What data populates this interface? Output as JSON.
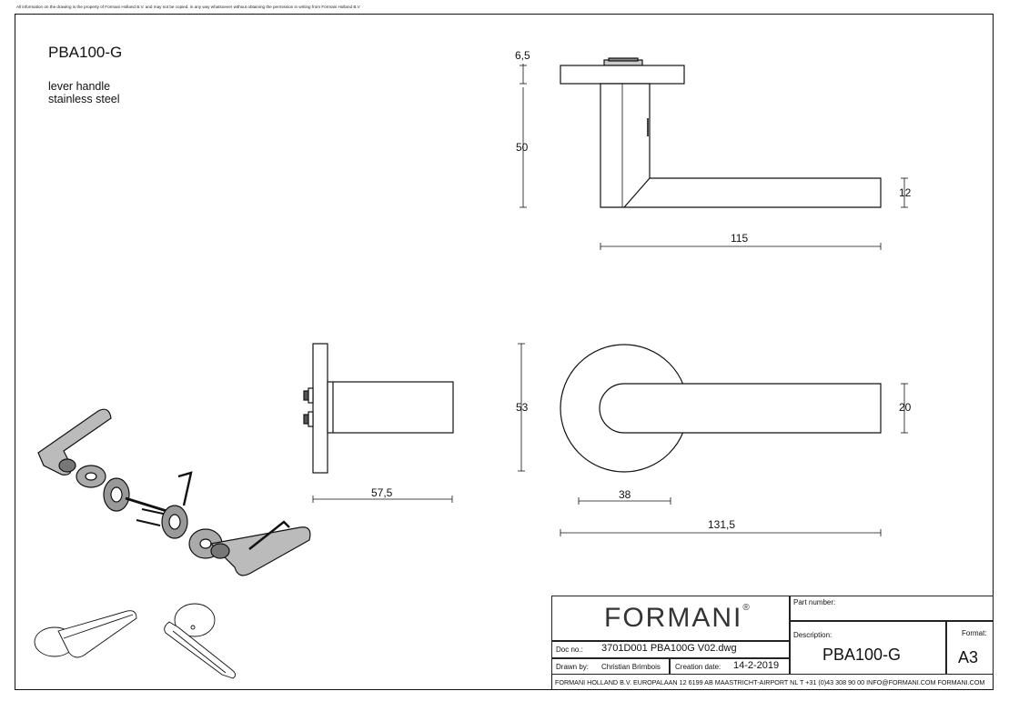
{
  "disclaimer": "All information on the drawing is the property of Formani Holland B.V. and may not be copied, in any way whatsoever without obtaining the permission in writing from Formani Holland B.V",
  "product": {
    "code": "PBA100-G",
    "description_lines": [
      "lever handle",
      "stainless steel"
    ]
  },
  "dimensions": {
    "rose_thickness": "6,5",
    "height": "50",
    "lever_thickness": "12",
    "lever_length_top": "115",
    "side_depth": "57,5",
    "rose_diameter": "53",
    "lever_width": "20",
    "neck_offset": "38",
    "lever_length_front": "131,5"
  },
  "title_block": {
    "logo": "FORMANI",
    "logo_mark": "®",
    "part_number_label": "Part number:",
    "description_label": "Description:",
    "description_value": "PBA100-G",
    "format_label": "Format:",
    "format_value": "A3",
    "doc_no_label": "Doc no.:",
    "doc_no_value": "3701D001 PBA100G V02.dwg",
    "drawn_by_label": "Drawn by:",
    "drawn_by_value": "Christian Brimbois",
    "creation_date_label": "Creation date:",
    "creation_date_value": "14-2-2019",
    "footer": "FORMANI HOLLAND B.V.  EUROPALAAN 12  6199 AB MAASTRICHT-AIRPORT NL  T +31 (0)43 308 90 00 INFO@FORMANI.COM FORMANI.COM"
  }
}
